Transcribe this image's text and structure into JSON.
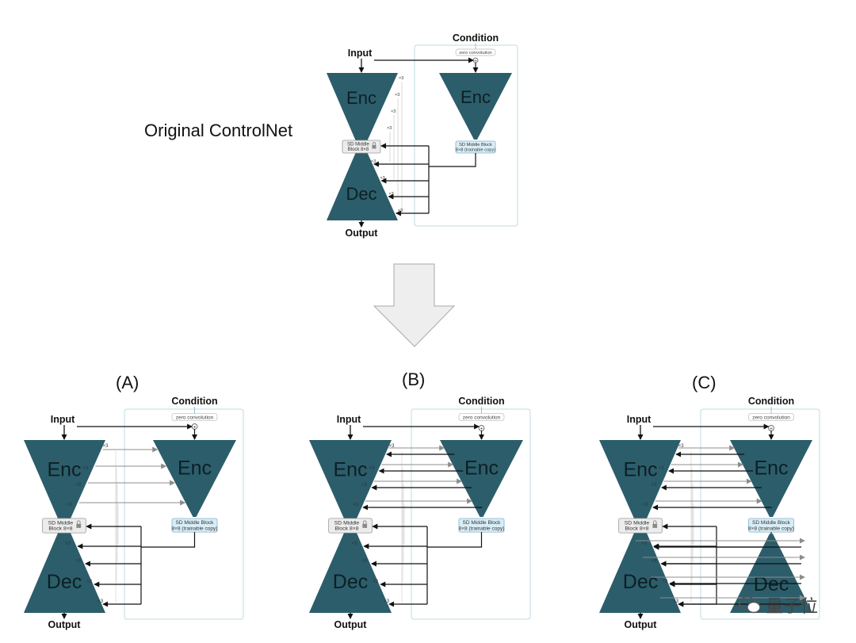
{
  "original": {
    "title": "Original ControlNet",
    "input": "Input",
    "output": "Output",
    "condition": "Condition",
    "zero_conv": "zero convolution",
    "enc": "Enc",
    "dec": "Dec",
    "sd_middle_1": "SD Middle",
    "sd_middle_2": "Block 8×8",
    "copy_1": "SD Middle Block",
    "copy_2": "8×8 (trainable copy)",
    "mult": "×3"
  },
  "panels": [
    {
      "label": "(A)",
      "input": "Input",
      "output": "Output",
      "condition": "Condition",
      "zero_conv": "zero convolution",
      "enc": "Enc",
      "dec": "Dec",
      "sd_middle_1": "SD Middle",
      "sd_middle_2": "Block 8×8",
      "copy_1": "SD Middle Block",
      "copy_2": "8×8 (trainable copy)",
      "mult": "×3"
    },
    {
      "label": "(B)",
      "input": "Input",
      "output": "Output",
      "condition": "Condition",
      "zero_conv": "zero convolution",
      "enc": "Enc",
      "dec": "Dec",
      "sd_middle_1": "SD Middle",
      "sd_middle_2": "Block 8×8",
      "copy_1": "SD Middle Block",
      "copy_2": "8×8 (trainable copy)",
      "mult": "×3"
    },
    {
      "label": "(C)",
      "input": "Input",
      "output": "Output",
      "condition": "Condition",
      "zero_conv": "zero convolution",
      "enc": "Enc",
      "dec": "Dec",
      "sd_middle_1": "SD Middle",
      "sd_middle_2": "Block 8×8",
      "copy_1": "SD Middle Block",
      "copy_2": "8×8 (trainable copy)",
      "mult": "×3"
    }
  ],
  "watermark": "量子位",
  "colors": {
    "block": "#2c5d6b",
    "copy_fill": "#d9edf6",
    "copy_stroke": "#7fb3cf",
    "middle_fill": "#ececec",
    "frame": "#bcdce0",
    "gray_arrow": "#8c8c8c",
    "big_arrow": "#eeeeee"
  }
}
